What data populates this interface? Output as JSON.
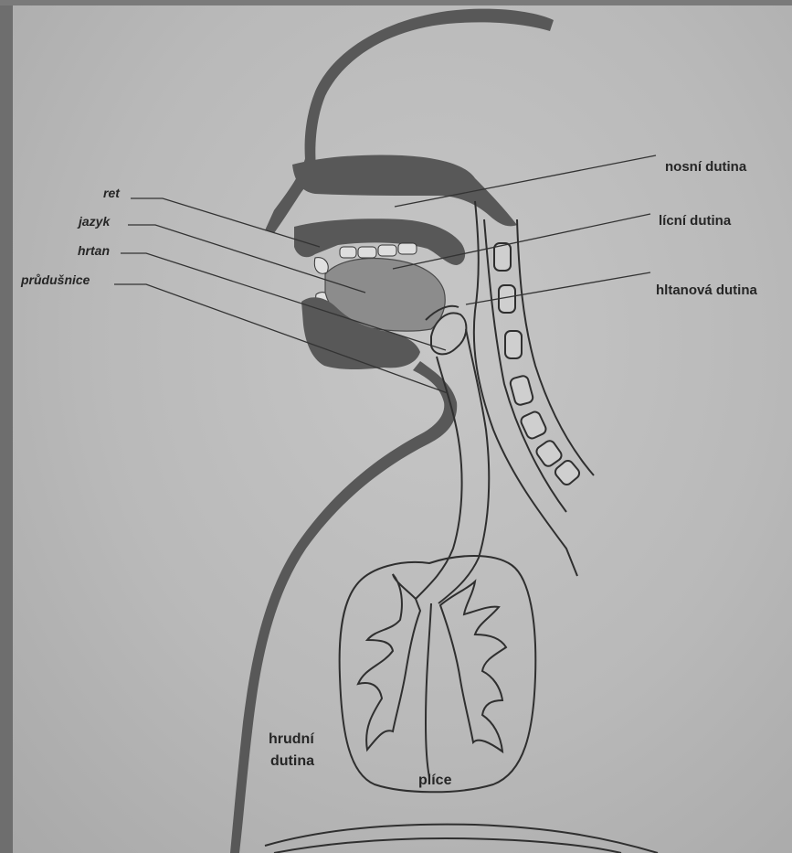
{
  "labels": {
    "nosni_dutina": "nosní dutina",
    "licni_dutina": "lícní dutina",
    "hltanova_dutina": "hltanová dutina",
    "ret": "ret",
    "jazyk": "jazyk",
    "hrtan": "hrtan",
    "prudusnice": "průdušnice",
    "hrudni_dutina_line1": "hrudní",
    "hrudni_dutina_line2": "dutina",
    "plice": "plíce"
  },
  "colors": {
    "paper": "#bdbdbd",
    "tissue_dark": "#585858",
    "tissue_mid": "#8c8c8c",
    "outline": "#2f2f2f",
    "text": "#262626"
  }
}
